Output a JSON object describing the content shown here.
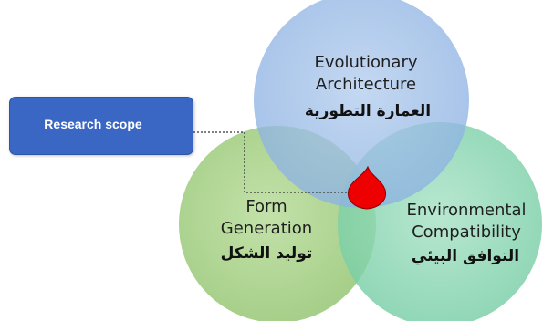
{
  "diagram": {
    "type": "venn",
    "circles": [
      {
        "id": "evolutionary",
        "title_line1": "Evolutionary",
        "title_line2": "Architecture",
        "arabic": "العمارة التطورية",
        "color": "#8fb4e3"
      },
      {
        "id": "form",
        "title_line1": "Form",
        "title_line2": "Generation",
        "arabic": "توليد الشكل",
        "color": "#a4cf84"
      },
      {
        "id": "environmental",
        "title_line1": "Environmental",
        "title_line2": "Compatibility",
        "arabic": "التوافق البيئي",
        "color": "#7fd0ac"
      }
    ],
    "scope_box": {
      "label": "Research scope",
      "color": "#3a66c4"
    },
    "marker": {
      "shape": "droplet",
      "color": "#ee0000"
    },
    "connector_style": "dotted"
  }
}
